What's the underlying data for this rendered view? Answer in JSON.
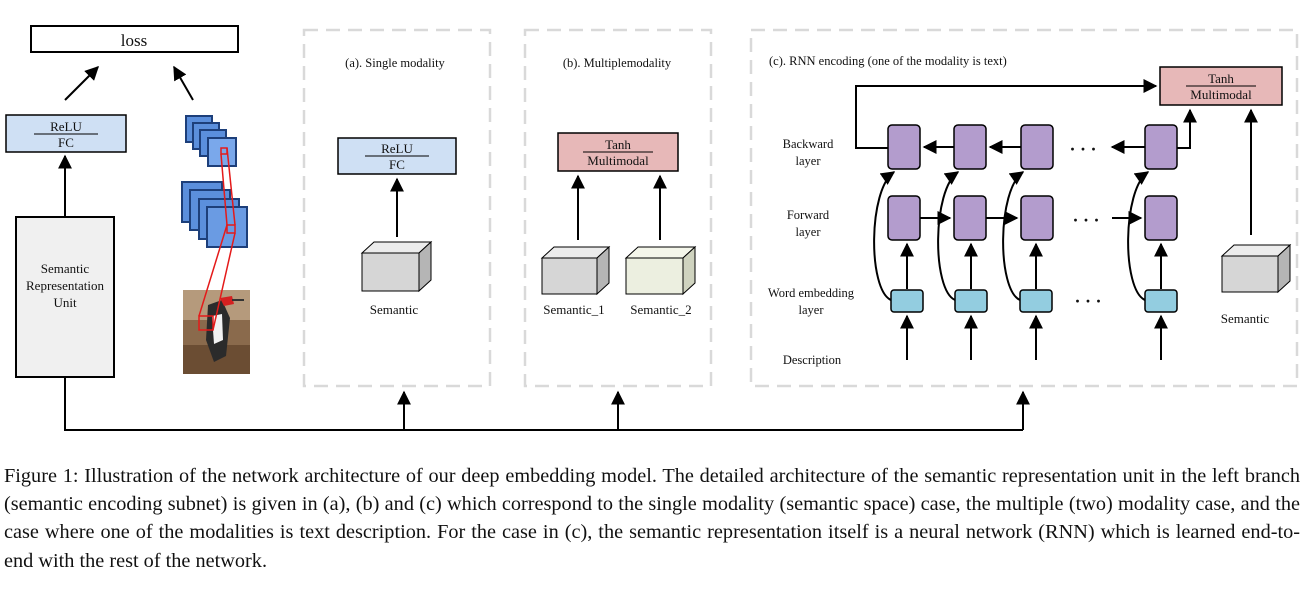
{
  "diagram": {
    "loss": "loss",
    "relu": "ReLU",
    "fc": "FC",
    "semantic_unit": [
      "Semantic",
      "Representation",
      "Unit"
    ],
    "panel_a": {
      "title": "(a). Single modality",
      "relu": "ReLU",
      "fc": "FC",
      "input": "Semantic"
    },
    "panel_b": {
      "title": "(b). Multiplemodality",
      "tanh": "Tanh",
      "multimodal": "Multimodal",
      "input1": "Semantic_1",
      "input2": "Semantic_2"
    },
    "panel_c": {
      "title": "(c). RNN encoding (one of the modality is text)",
      "tanh": "Tanh",
      "multimodal": "Multimodal",
      "backward": [
        "Backward",
        "layer"
      ],
      "forward": [
        "Forward",
        "layer"
      ],
      "word_embedding": [
        "Word embedding",
        "layer"
      ],
      "description": "Description",
      "semantic": "Semantic",
      "ellipsis": "· · ·"
    }
  },
  "caption": "Figure 1: Illustration of the network architecture of our deep embedding model. The detailed architecture of the semantic representation unit in the left branch (semantic encoding subnet) is given in (a), (b) and (c) which correspond to the single modality (semantic space) case, the multiple (two) modality case, and the case where one of the modalities is text description. For the case in (c), the semantic representation itself is a neural network (RNN) which is learned end-to-end with the rest of the network.",
  "colors": {
    "fc_box": "#cfe0f4",
    "tanh_box": "#e7b8b8",
    "rnn_cell": "#b39ccd",
    "embed_cell": "#93cde0",
    "cube": "#d6d6d6",
    "cube2": "#ecefe0",
    "cnn_block": "#5b8fdc"
  }
}
